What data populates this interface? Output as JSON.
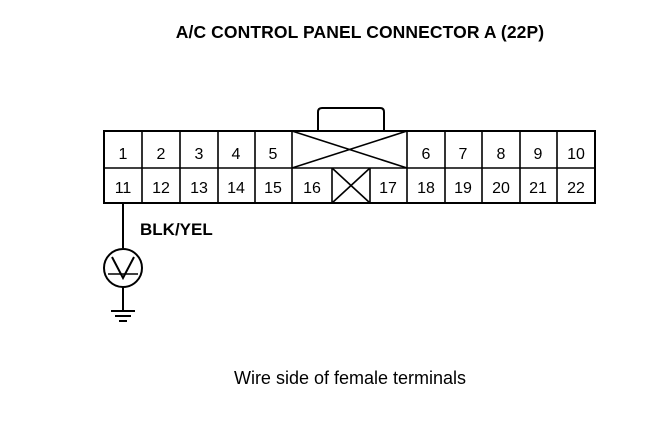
{
  "title": "A/C CONTROL PANEL CONNECTOR A (22P)",
  "caption": "Wire side of female terminals",
  "wire_color": "BLK/YEL",
  "connector": {
    "row1": [
      "1",
      "2",
      "3",
      "4",
      "5",
      "6",
      "7",
      "8",
      "9",
      "10"
    ],
    "row2": [
      "11",
      "12",
      "13",
      "14",
      "15",
      "16",
      "17",
      "18",
      "19",
      "20",
      "21",
      "22"
    ]
  },
  "meter_symbol": "V",
  "colors": {
    "line": "#000000",
    "background": "#ffffff"
  }
}
